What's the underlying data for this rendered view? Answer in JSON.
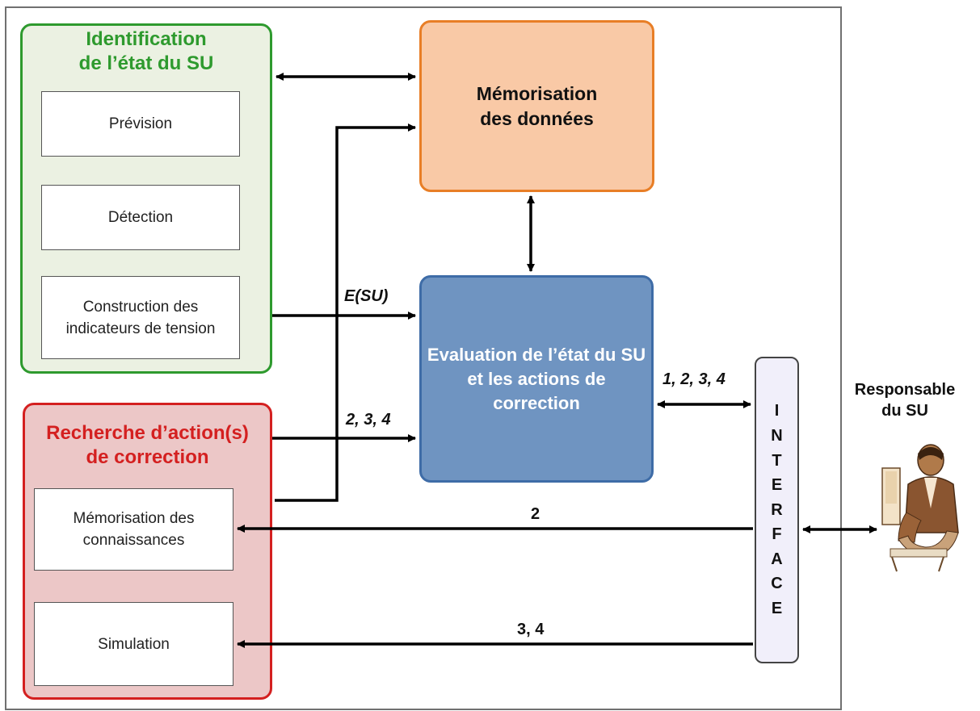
{
  "identification": {
    "title_line1": "Identification",
    "title_line2": "de l’état du SU",
    "items": [
      "Prévision",
      "Détection",
      "Construction des indicateurs de tension"
    ],
    "color": "#2e9a2e"
  },
  "recherche": {
    "title_line1": "Recherche d’action(s)",
    "title_line2": "de correction",
    "items": [
      "Mémorisation des connaissances",
      "Simulation"
    ],
    "color": "#d42020"
  },
  "memorisation": {
    "label": "Mémorisation des données"
  },
  "evaluation": {
    "label": "Evaluation de l’état du SU et les actions de correction"
  },
  "interface": {
    "letters": [
      "I",
      "N",
      "T",
      "E",
      "R",
      "F",
      "A",
      "C",
      "E"
    ]
  },
  "responsable": {
    "line1": "Responsable",
    "line2": "du SU"
  },
  "edge_labels": {
    "esu": "E(SU)",
    "from_recherche": "2, 3, 4",
    "to_interface": "1, 2, 3, 4",
    "to_memo_connaissances": "2",
    "to_simulation": "3, 4"
  }
}
